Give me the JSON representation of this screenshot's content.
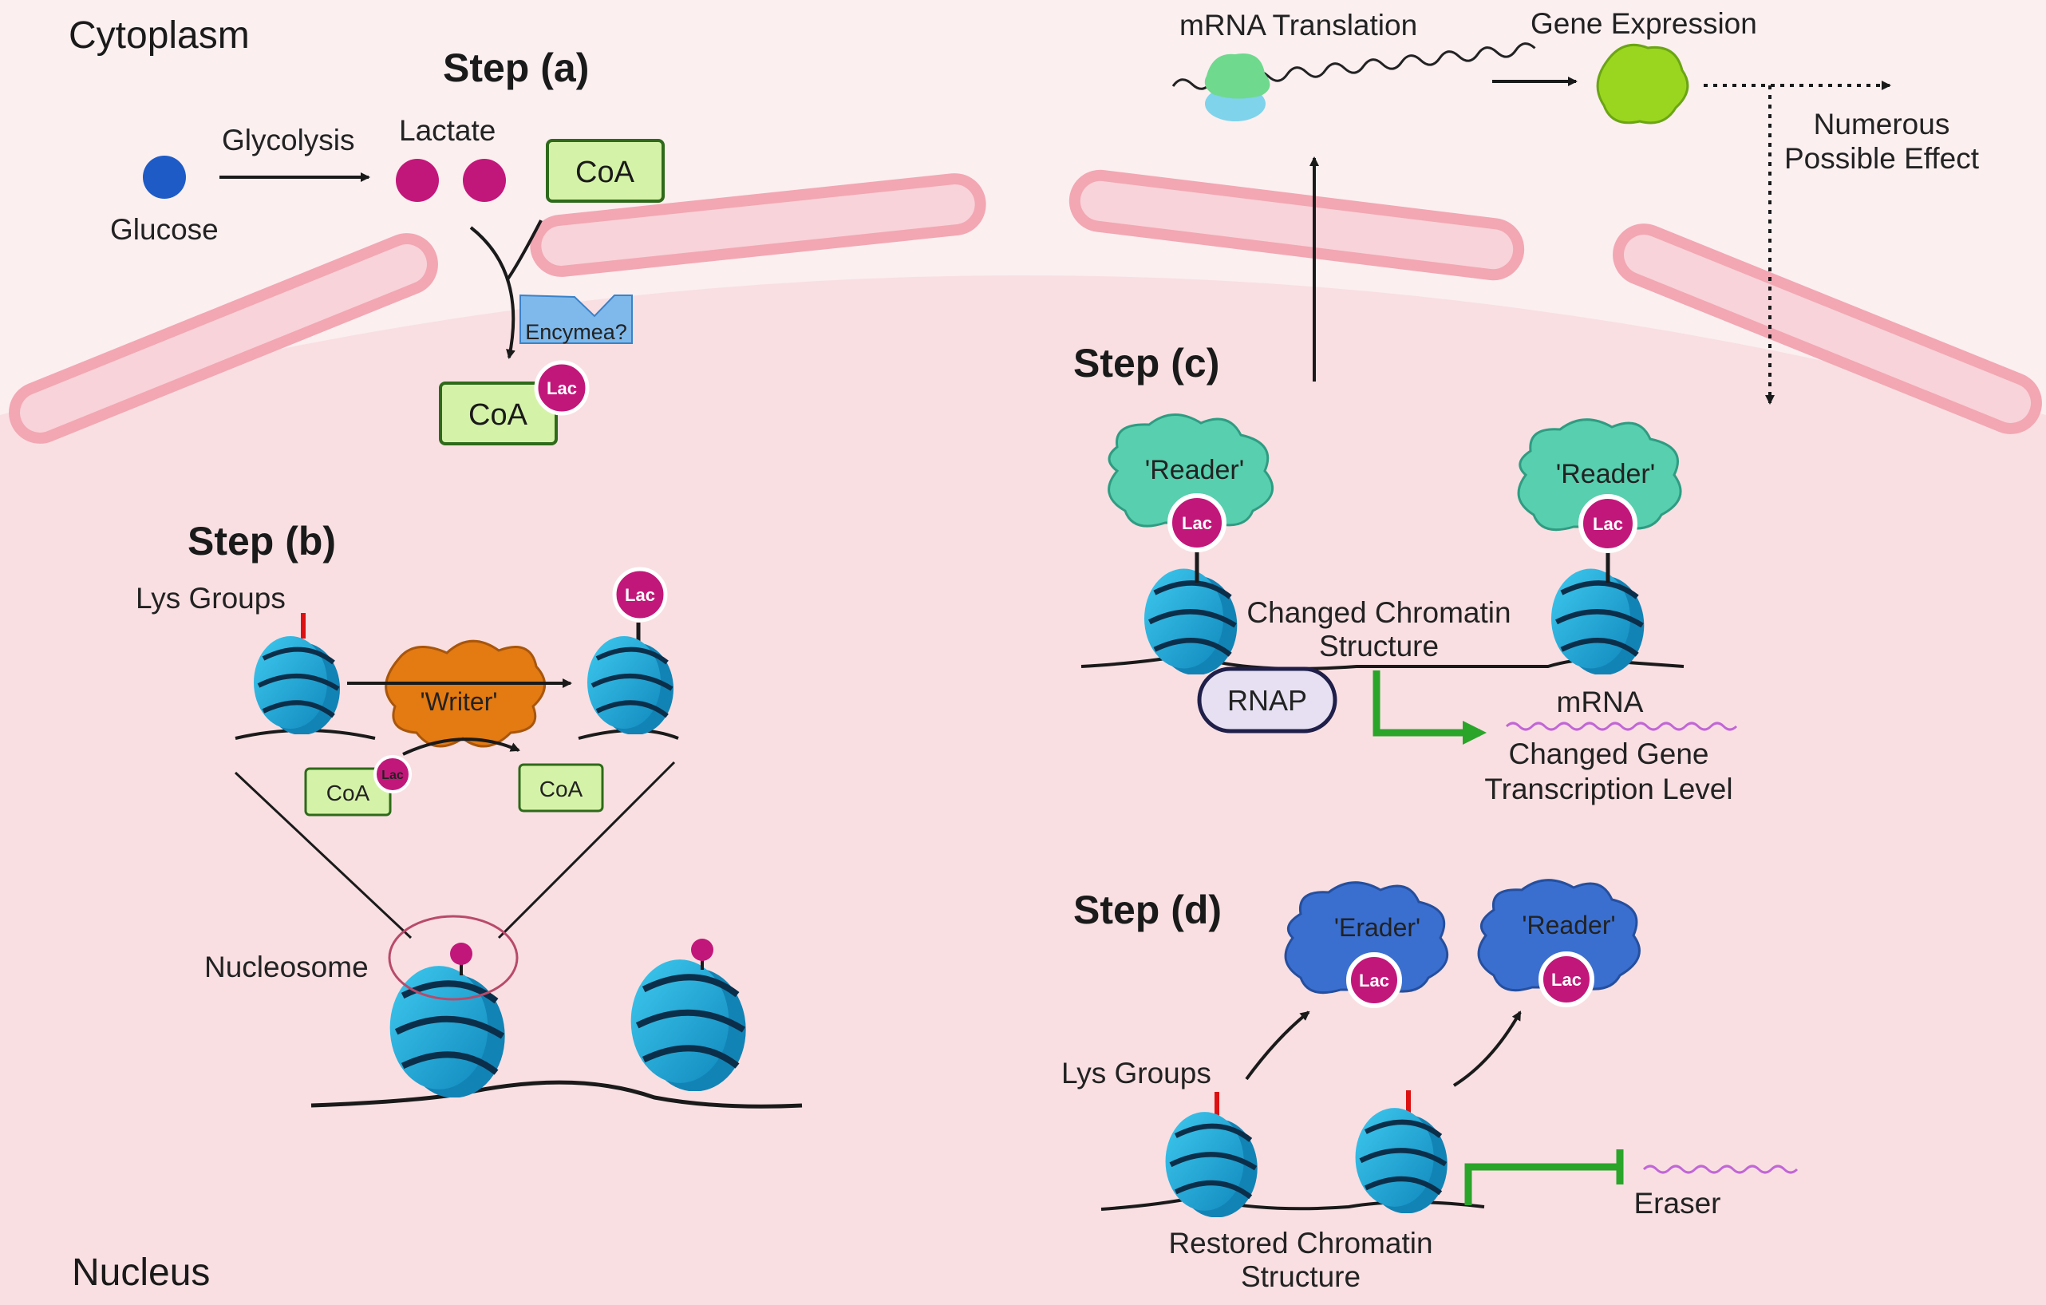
{
  "regions": {
    "cytoplasm": "Cytoplasm",
    "nucleus": "Nucleus"
  },
  "steps": {
    "a": "Step (a)",
    "b": "Step (b)",
    "c": "Step (c)",
    "d": "Step (d)"
  },
  "step_a": {
    "glucose": "Glucose",
    "glycolysis": "Glycolysis",
    "lactate": "Lactate",
    "coa": "CoA",
    "enzyme": "Encymea?",
    "lac_coa": "CoA",
    "lac": "Lac"
  },
  "step_b": {
    "lys_groups": "Lys Groups",
    "writer": "'Writer'",
    "lac": "Lac",
    "coa_left": "CoA",
    "coa_right": "CoA",
    "lac_small": "Lac",
    "nucleosome": "Nucleosome"
  },
  "top": {
    "mrna_translation": "mRNA Translation",
    "gene_expression": "Gene Expression",
    "numerous_line1": "Numerous",
    "numerous_line2": "Possible Effect"
  },
  "step_c": {
    "reader_left": "'Reader'",
    "reader_right": "'Reader'",
    "lac_left": "Lac",
    "lac_right": "Lac",
    "changed_chromatin_line1": "Changed Chromatin",
    "changed_chromatin_line2": "Structure",
    "rnap": "RNAP",
    "mrna": "mRNA",
    "changed_gene_line1": "Changed Gene",
    "changed_gene_line2": "Transcription Level"
  },
  "step_d": {
    "erader": "'Erader'",
    "reader": "'Reader'",
    "lac_left": "Lac",
    "lac_right": "Lac",
    "lys_groups": "Lys Groups",
    "eraser": "Eraser",
    "restored_line1": "Restored Chromatin",
    "restored_line2": "Structure"
  },
  "colors": {
    "background": "#fbeff0",
    "nucleus": "#f9dfe2",
    "envelope": "#f2a7b3",
    "lactyl": "#c2177a",
    "nucleosome": "#1fa9d6",
    "coa_box": "#d5f3a8",
    "writer": "#e37a12",
    "reader_teal": "#58cfae",
    "reader_blue": "#3a6fd0",
    "promoter_green": "#2aa52a",
    "mrna_purple": "#c166d6"
  }
}
